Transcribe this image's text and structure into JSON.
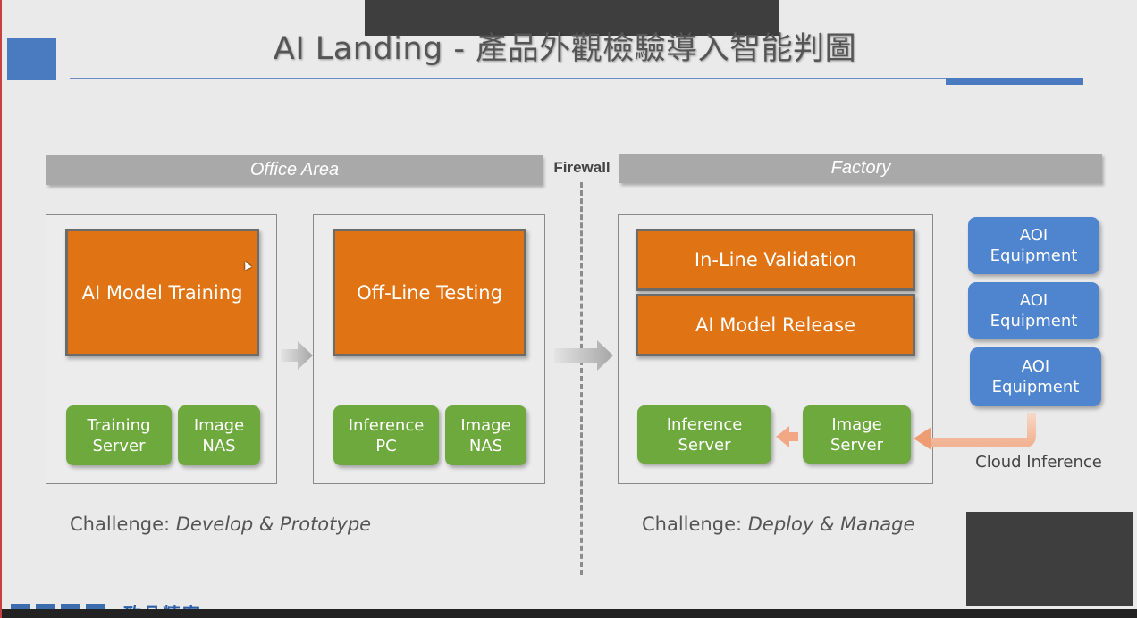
{
  "title": "AI Landing - 產品外觀檢驗導入智能判圖",
  "areas": {
    "office": "Office Area",
    "firewall": "Firewall",
    "factory": "Factory"
  },
  "office_panel1": {
    "main": "AI Model Training",
    "left_box": "Training\nServer",
    "right_box": "Image\nNAS"
  },
  "office_panel2": {
    "main": "Off-Line Testing",
    "left_box": "Inference\nPC",
    "right_box": "Image\nNAS"
  },
  "factory_panel": {
    "top_box": "In-Line Validation",
    "mid_box": "AI Model Release",
    "left_box": "Inference\nServer",
    "right_box": "Image\nServer"
  },
  "aoi": [
    "AOI\nEquipment",
    "AOI\nEquipment",
    "AOI\nEquipment"
  ],
  "cloud_inference": "Cloud Inference",
  "challenge_left": {
    "label": "Challenge: ",
    "value": "Develop & Prototype"
  },
  "challenge_right": {
    "label": "Challenge: ",
    "value": "Deploy & Manage"
  },
  "footer": {
    "company": "致品精密"
  },
  "colors": {
    "orange": "#e07414",
    "green": "#6ea93e",
    "blue": "#4f84cf",
    "header_gray": "#a9a9a9"
  }
}
